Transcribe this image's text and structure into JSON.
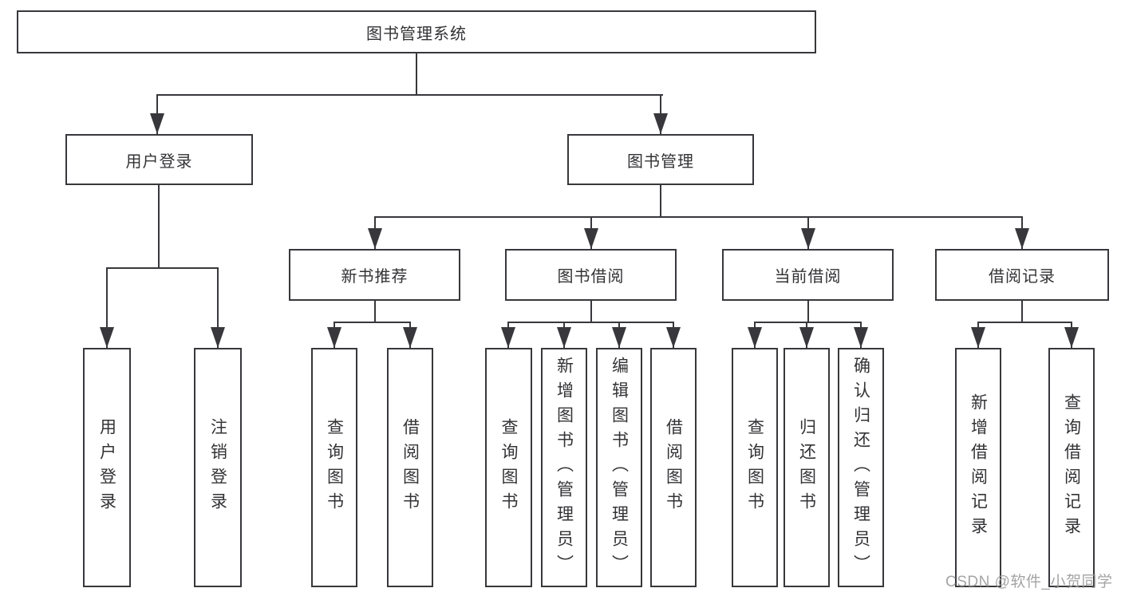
{
  "tree": {
    "root": "图书管理系统",
    "level2": [
      {
        "label": "用户登录",
        "leaves": [
          "用户登录",
          "注销登录"
        ]
      },
      {
        "label": "图书管理",
        "children": [
          {
            "label": "新书推荐",
            "leaves": [
              "查询图书",
              "借阅图书"
            ]
          },
          {
            "label": "图书借阅",
            "leaves": [
              "查询图书",
              "新增图书（管理员）",
              "编辑图书（管理员）",
              "借阅图书"
            ]
          },
          {
            "label": "当前借阅",
            "leaves": [
              "查询图书",
              "归还图书",
              "确认归还（管理员）"
            ]
          },
          {
            "label": "借阅记录",
            "leaves": [
              "新增借阅记录",
              "查询借阅记录"
            ]
          }
        ]
      }
    ]
  },
  "watermark": {
    "text": "CSDN @软件_小贺同学",
    "color": "#9b9b9b"
  },
  "colors": {
    "line": "#38383c",
    "text": "#333336",
    "background": "#ffffff",
    "box_fill": "#ffffff"
  }
}
